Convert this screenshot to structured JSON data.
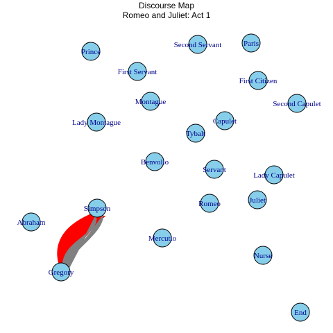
{
  "title": "Discourse Map",
  "subtitle": "Romeo and Juliet: Act 1",
  "colors": {
    "node_fill": "#87ceeb",
    "node_stroke": "#000000",
    "label": "#00008b",
    "edge_primary": "#ff0000",
    "edge_secondary": "#808080"
  },
  "nodes": [
    {
      "id": "prince",
      "label": "Prince"
    },
    {
      "id": "second-servant",
      "label": "Second Servant"
    },
    {
      "id": "paris",
      "label": "Paris"
    },
    {
      "id": "first-servant",
      "label": "First Servant"
    },
    {
      "id": "first-citizen",
      "label": "First Citizen"
    },
    {
      "id": "montague",
      "label": "Montague"
    },
    {
      "id": "second-capulet",
      "label": "Second Capulet"
    },
    {
      "id": "lady-montague",
      "label": "Lady Montague"
    },
    {
      "id": "capulet",
      "label": "Capulet"
    },
    {
      "id": "tybalt",
      "label": "Tybalt"
    },
    {
      "id": "benvolio",
      "label": "Benvolio"
    },
    {
      "id": "servant",
      "label": "Servant"
    },
    {
      "id": "lady-capulet",
      "label": "Lady Capulet"
    },
    {
      "id": "juliet",
      "label": "Juliet"
    },
    {
      "id": "romeo",
      "label": "Romeo"
    },
    {
      "id": "simpson",
      "label": "Simpson"
    },
    {
      "id": "abraham",
      "label": "Abraham"
    },
    {
      "id": "mercutio",
      "label": "Mercutio"
    },
    {
      "id": "nurse",
      "label": "Nurse"
    },
    {
      "id": "gregory",
      "label": "Gregory"
    },
    {
      "id": "end",
      "label": "End"
    }
  ],
  "edges": [
    {
      "from": "gregory",
      "to": "simpson",
      "color_key": "edge_primary"
    },
    {
      "from": "simpson",
      "to": "gregory",
      "color_key": "edge_secondary"
    }
  ]
}
